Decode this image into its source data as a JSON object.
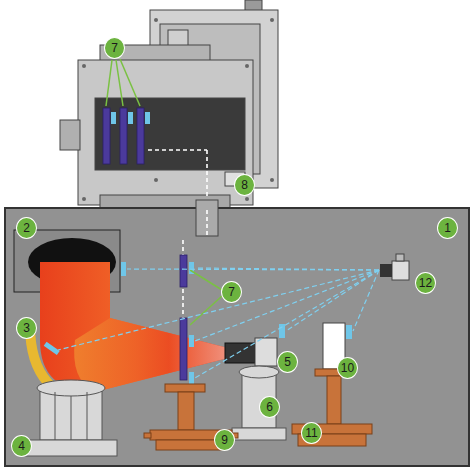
{
  "diagram": {
    "labels": [
      "7",
      "8",
      "1",
      "2",
      "3",
      "7",
      "12",
      "5",
      "10",
      "4",
      "6",
      "9",
      "11"
    ]
  }
}
